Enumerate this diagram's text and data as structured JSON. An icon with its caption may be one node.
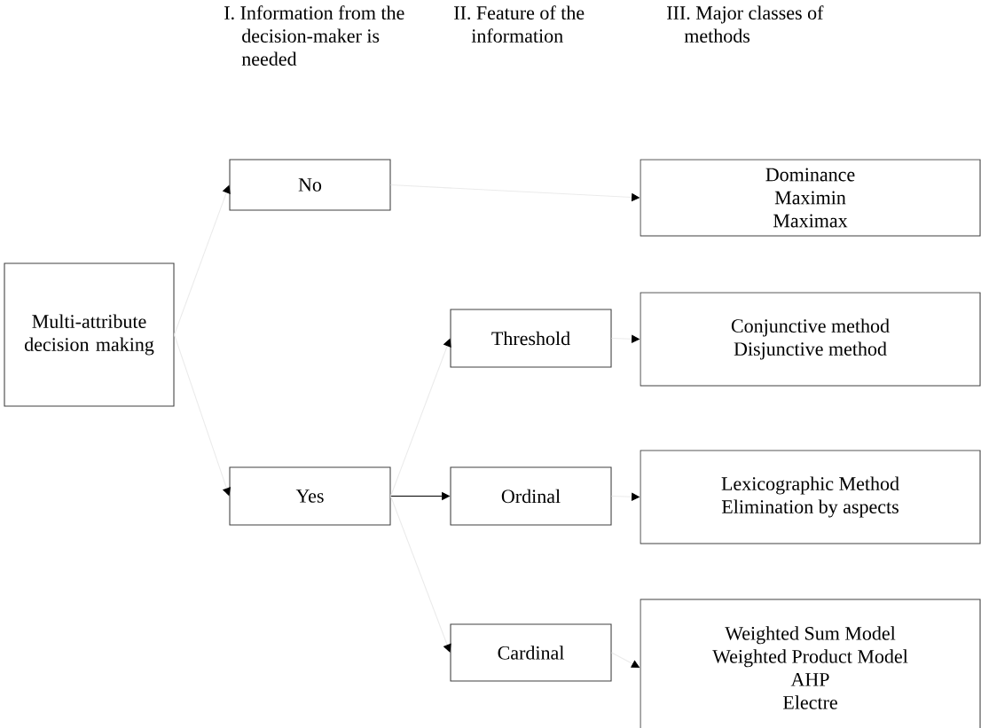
{
  "diagram": {
    "nodes": [
      {
        "text": [
          "Multi-attribute decision making"
        ]
      },
      {
        "text": [
          "No"
        ]
      },
      {
        "text": [
          "Yes"
        ]
      },
      {
        "text": [
          "Threshold"
        ]
      },
      {
        "text": [
          "Ordinal"
        ]
      },
      {
        "text": [
          "Cardinal"
        ]
      },
      {
        "text": [
          "Dominance",
          "Maximin",
          "Maximax"
        ]
      },
      {
        "text": [
          "Conjunctive method",
          "Disjunctive method"
        ]
      },
      {
        "text": [
          "Lexicographic Method",
          "Elimination by aspects"
        ]
      },
      {
        "text": [
          "Weighted Sum Model",
          "Weighted Product Model",
          "AHP",
          "Electre"
        ]
      }
    ],
    "edges": [
      {
        "from": 0,
        "to": 1,
        "arrow": "to"
      },
      {
        "from": 0,
        "to": 2,
        "arrow": "to"
      },
      {
        "from": 1,
        "to": 6,
        "arrow": "to"
      },
      {
        "from": 2,
        "to": 3,
        "arrow": "to"
      },
      {
        "from": 2,
        "to": 4,
        "arrow": "to",
        "color": "#000000"
      },
      {
        "from": 2,
        "to": 5,
        "arrow": "to"
      },
      {
        "from": 3,
        "to": 7,
        "arrow": "to"
      },
      {
        "from": 4,
        "to": 8,
        "arrow": "to"
      },
      {
        "from": 5,
        "to": 9,
        "arrow": "to"
      }
    ],
    "labels": [
      "I. Information from the decision-maker is needed",
      "II. Feature of the information",
      "III. Major classes of methods"
    ]
  }
}
